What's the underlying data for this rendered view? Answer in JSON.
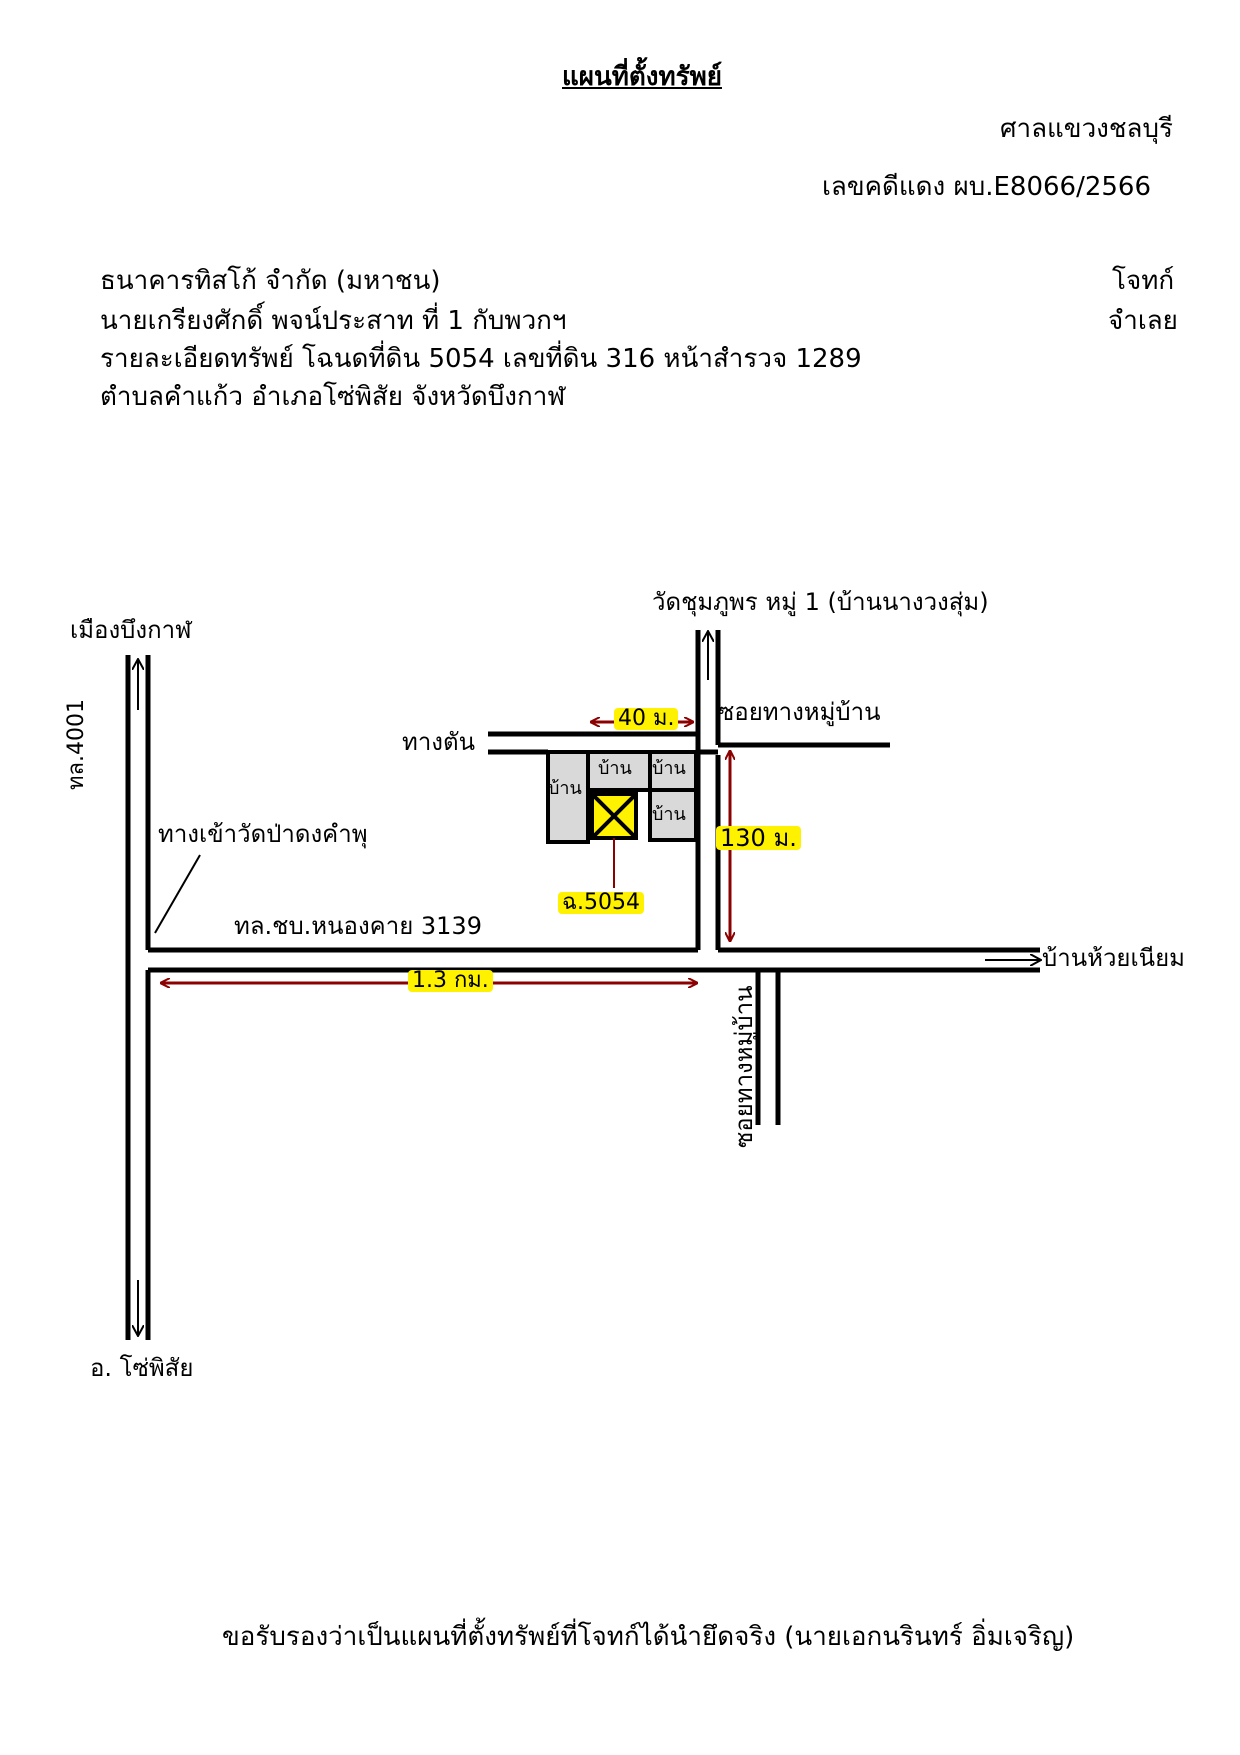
{
  "header": {
    "title": "แผนที่ตั้งทรัพย์",
    "court": "ศาลแขวงชลบุรี",
    "case_number": "เลขคดีแดง ผบ.E8066/2566"
  },
  "parties": {
    "plaintiff_name": "ธนาคารทิสโก้ จำกัด (มหาชน)",
    "plaintiff_role": "โจทก์",
    "defendant_name": "นายเกรียงศักดิ์ พจน์ประสาท ที่ 1 กับพวกฯ",
    "defendant_role": "จำเลย",
    "property_detail": "รายละเอียดทรัพย์ โฉนดที่ดิน 5054 เลขที่ดิน 316 หน้าสำรวจ 1289",
    "property_location": "ตำบลคำแก้ว อำเภอโซ่พิสัย จังหวัดบึงกาฬ"
  },
  "map": {
    "to_bueng_kan": "เมืองบึงกาฬ",
    "to_so_phisai": "อ. โซ่พิสัย",
    "highway_4001": "ทล.4001",
    "temple_entrance": "ทางเข้าวัดป่าดงคำพุ",
    "highway_3139": "ทล.ชบ.หนองคาย 3139",
    "temple_north": "วัดชุมภูพร หมู่ 1 (บ้านนางวงสุ่ม)",
    "dead_end": "ทางตัน",
    "village_lane_north": "ซอยทางหมู่บ้าน",
    "village_lane_south": "ซอยทางหมู่บ้าน",
    "to_huai_niam": "บ้านห้วยเนียม",
    "dist_40": "40 ม.",
    "dist_130": "130 ม.",
    "dist_13km": "1.3 กม.",
    "deed_marker": "ฉ.5054",
    "house_1": "บ้าน",
    "house_2": "บ้าน",
    "house_3": "บ้าน",
    "house_4": "บ้าน"
  },
  "footer": {
    "certification": "ขอรับรองว่าเป็นแผนที่ตั้งทรัพย์ที่โจทก์ได้นำยึดจริง (นายเอกนรินทร์ อิ่มเจริญ)"
  },
  "colors": {
    "road": "#000000",
    "measure_arrow": "#8b0000",
    "highlight": "#fff200",
    "house_fill": "#d9d9d9",
    "property_fill": "#fff200"
  }
}
